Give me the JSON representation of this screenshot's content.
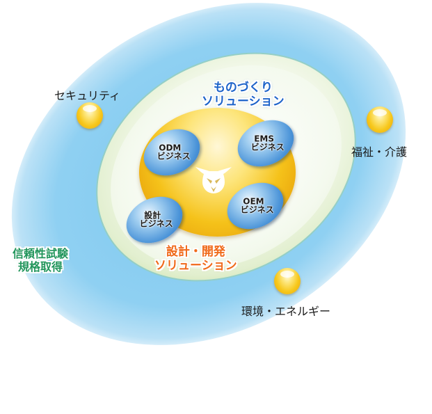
{
  "diagram": {
    "colors": {
      "outer_halo": "#8fd0f2",
      "green_ring": "#a7cf70",
      "gold_core": "#f5c21a",
      "bubble_blue": "#4a93d8",
      "title_blue": "#1d63c9",
      "title_orange": "#f06a1a",
      "title_green": "#21955b"
    },
    "center_logo": "owl-logo-icon",
    "inner_bubbles": [
      {
        "line1": "ODM",
        "line2": "ビジネス"
      },
      {
        "line1": "EMS",
        "line2": "ビジネス"
      },
      {
        "line1": "設計",
        "line2": "ビジネス"
      },
      {
        "line1": "OEM",
        "line2": "ビジネス"
      }
    ],
    "ring_titles": {
      "manufacturing": {
        "line1": "ものづくり",
        "line2": "ソリューション"
      },
      "design": {
        "line1": "設計・開発",
        "line2": "ソリューション"
      }
    },
    "outer_labels": {
      "security": "セキュリティ",
      "welfare": "福祉・介護",
      "environment": "環境・エネルギー",
      "reliability": {
        "line1": "信頼性試験",
        "line2": "規格取得"
      }
    }
  }
}
